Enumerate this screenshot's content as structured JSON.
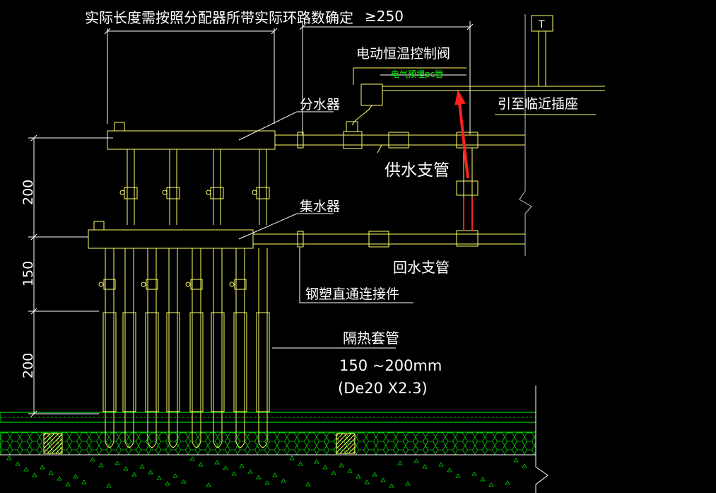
{
  "labels": {
    "top_note": "实际长度需按照分配器所带实际环路数确定",
    "dim_top": "≥250",
    "valve": "电动恒温控制阀",
    "pc_pipe": "电气预埋pc管",
    "socket": "引至临近插座",
    "distributor": "分水器",
    "supply_pipe": "供水支管",
    "collector": "集水器",
    "return_pipe": "回水支管",
    "connector": "钢塑直通连接件",
    "sleeve": "隔热套管",
    "sleeve_len": "150 ~200mm",
    "pipe_spec": "(De20 X2.3)",
    "thermostat": "T"
  },
  "dimensions": {
    "upper": "200",
    "middle": "150",
    "lower": "200"
  },
  "colors": {
    "background": "#000000",
    "line": "#ffff66",
    "text": "#ffffff",
    "green": "#00ff00",
    "red": "#ff2020",
    "gray": "#c8c8c8"
  }
}
